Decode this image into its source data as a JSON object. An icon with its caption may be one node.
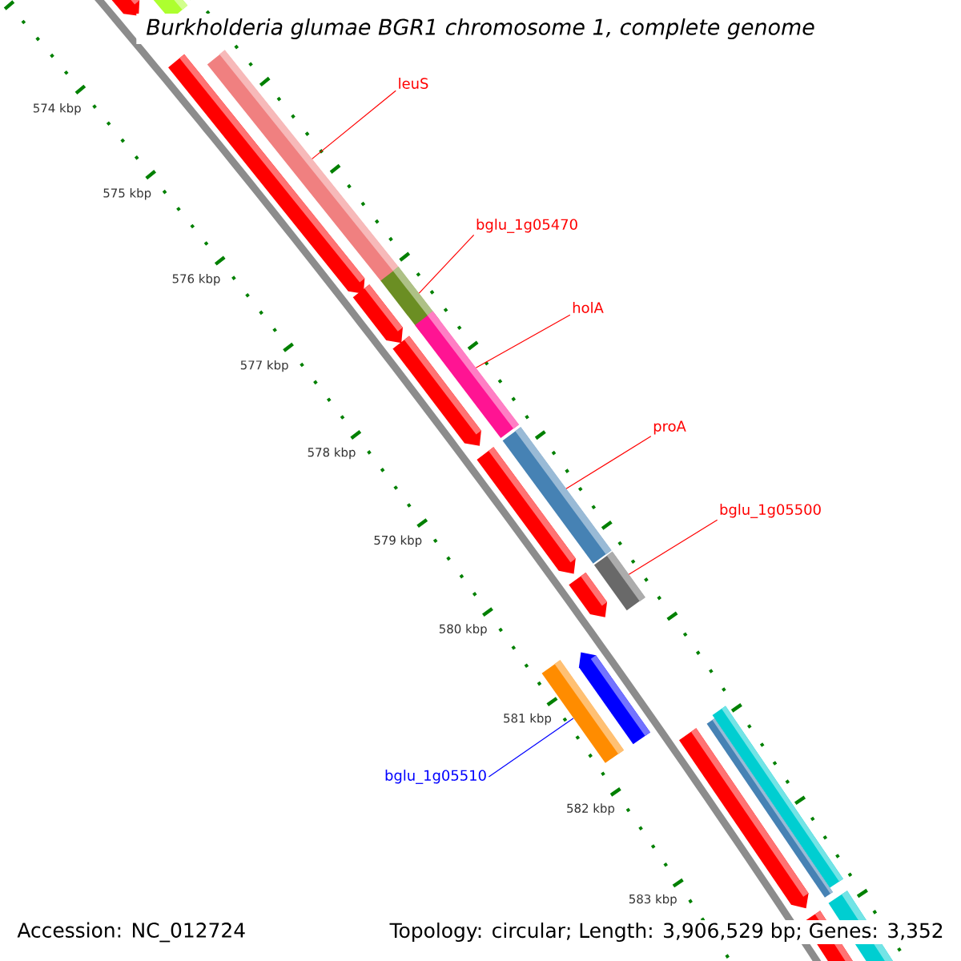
{
  "diagram": {
    "title": "Burkholderia glumae BGR1 chromosome 1, complete genome",
    "nodes": [
      {
        "text": [
          "leuS"
        ]
      },
      {
        "text": [],
        "shape": "bar"
      },
      {
        "text": [
          "bglu_1g05470"
        ]
      },
      {
        "text": [],
        "shape": "bar"
      },
      {
        "text": [
          "holA"
        ]
      },
      {
        "text": [],
        "shape": "bar"
      },
      {
        "text": [
          "proA"
        ]
      },
      {
        "text": [],
        "shape": "bar"
      },
      {
        "text": [
          "bglu_1g05500"
        ]
      },
      {
        "text": [],
        "shape": "bar"
      },
      {
        "text": [
          "bglu_1g05510"
        ]
      },
      {
        "text": [],
        "shape": "bar"
      }
    ],
    "edges": [
      {
        "from": 0,
        "to": 1,
        "arrow": "none"
      },
      {
        "from": 2,
        "to": 3,
        "arrow": "none"
      },
      {
        "from": 4,
        "to": 5,
        "arrow": "none"
      },
      {
        "from": 6,
        "to": 7,
        "arrow": "none"
      },
      {
        "from": 8,
        "to": 9,
        "arrow": "none"
      },
      {
        "from": 10,
        "to": 11,
        "arrow": "none",
        "color": "#0000ff"
      }
    ],
    "labels": [
      "574 kbp",
      "575 kbp",
      "576 kbp",
      "577 kbp",
      "578 kbp",
      "579 kbp",
      "580 kbp",
      "581 kbp",
      "582 kbp",
      "583 kbp",
      "Accession: NC_012724",
      "Topology: circular; Length: 3,906,529 bp; Genes: 3,352"
    ]
  }
}
